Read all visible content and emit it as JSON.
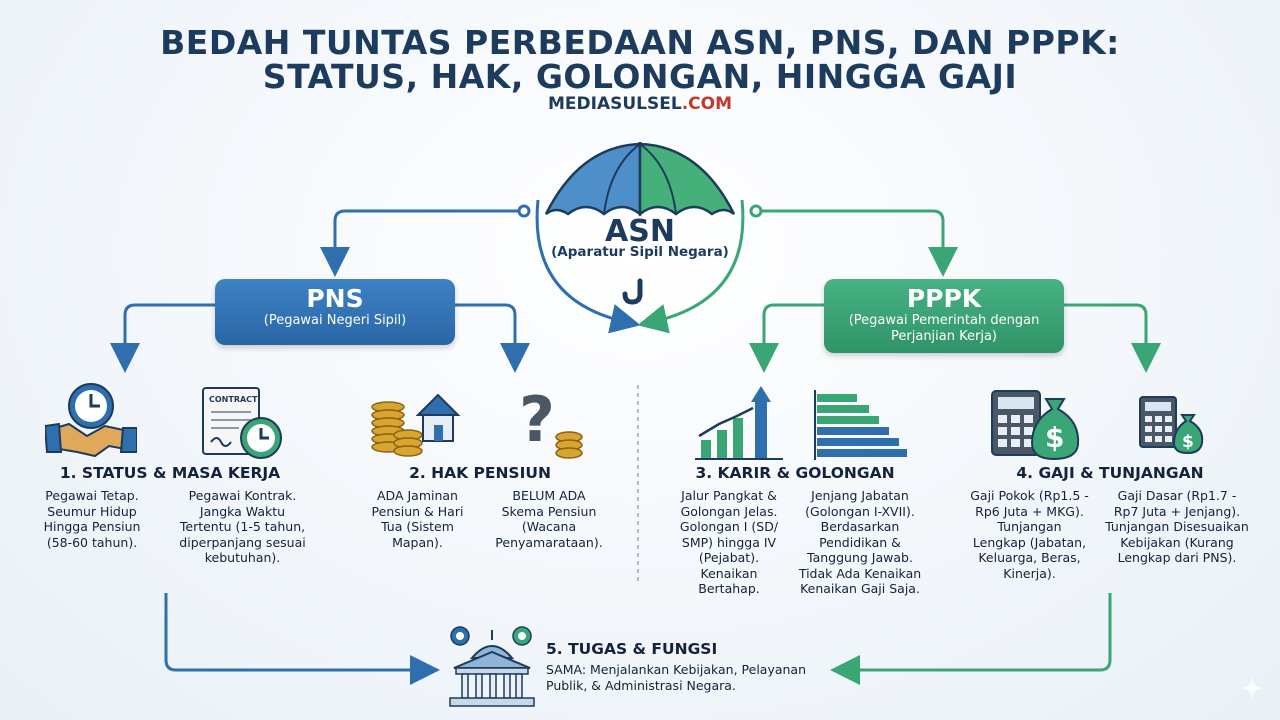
{
  "title_line1": "BEDAH TUNTAS PERBEDAAN ASN, PNS, DAN PPPK:",
  "title_line2": "STATUS, HAK, GOLONGAN, HINGGA GAJI",
  "site": {
    "main": "MEDIASULSEL",
    "accent": ".COM"
  },
  "asn": {
    "name": "ASN",
    "full": "(Aparatur Sipil Negara)"
  },
  "pns": {
    "name": "PNS",
    "full": "(Pegawai Negeri Sipil)"
  },
  "pppk": {
    "name": "PPPK",
    "full_line1": "(Pegawai Pemerintah dengan",
    "full_line2": "Perjanjian Kerja)"
  },
  "sections": {
    "status": {
      "title": "1. STATUS & MASA KERJA",
      "pns_text": "Pegawai Tetap.\nSeumur Hidup\nHingga Pensiun\n(58-60 tahun).",
      "pppk_text": "Pegawai Kontrak.\nJangka Waktu\nTertentu (1-5 tahun,\ndiperpanjang sesuai\nkebutuhan)."
    },
    "pensiun": {
      "title": "2. HAK PENSIUN",
      "pns_text": "ADA Jaminan\nPensiun & Hari\nTua (Sistem\nMapan).",
      "pppk_text": "BELUM ADA\nSkema Pensiun\n(Wacana\nPenyamarataan)."
    },
    "karir": {
      "title": "3. KARIR & GOLONGAN",
      "pns_text": "Jalur Pangkat &\nGolongan Jelas.\nGolongan I (SD/\nSMP) hingga IV\n(Pejabat).\nKenaikan\nBertahap.",
      "pppk_text": "Jenjang Jabatan\n(Golongan I-XVII).\nBerdasarkan\nPendidikan &\nTanggung Jawab.\nTidak Ada Kenaikan\nKenaikan Gaji Saja."
    },
    "gaji": {
      "title": "4. GAJI & TUNJANGAN",
      "pns_text": "Gaji Pokok (Rp1.5 -\nRp6 Juta + MKG).\nTunjangan\nLengkap (Jabatan,\nKeluarga, Beras,\nKinerja).",
      "pppk_text": "Gaji Dasar (Rp1.7 -\nRp7 Juta + Jenjang).\nTunjangan Disesuaikan\nKebijakan (Kurang\nLengkap dari PNS)."
    },
    "tugas": {
      "title": "5. TUGAS & FUNGSI",
      "text_line1": "SAMA: Menjalankan Kebijakan, Pelayanan",
      "text_line2": "Publik, & Administrasi Negara."
    }
  },
  "colors": {
    "navy": "#1d3b5c",
    "blue": "#2f6fae",
    "green": "#3aa676",
    "gold": "#d9a531",
    "accent": "#c0392b"
  },
  "icons": [
    "umbrella-icon",
    "clock-handshake-icon",
    "contract-clock-icon",
    "coins-house-icon",
    "question-coins-icon",
    "growth-chart-icon",
    "bar-levels-icon",
    "calculator-money-bag-icon",
    "small-calculator-money-bag-icon",
    "government-building-gears-icon"
  ]
}
